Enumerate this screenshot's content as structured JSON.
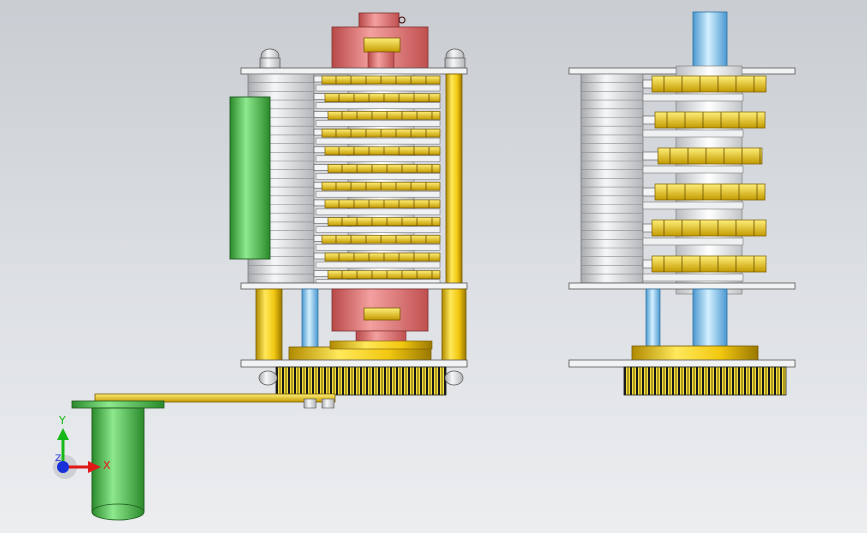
{
  "viewport": {
    "background_top": "#c9cdd2",
    "background_bottom": "#eceef0"
  },
  "triad": {
    "x_label": "X",
    "y_label": "Y",
    "z_label": "Z",
    "x_color": "#e01818",
    "y_color": "#18b818",
    "z_color": "#1830d8"
  },
  "materials": {
    "gold": "#f0d020",
    "pink": "#e87070",
    "green": "#50c050",
    "blue": "#80c8f0",
    "steel": "#e4e6e8"
  }
}
